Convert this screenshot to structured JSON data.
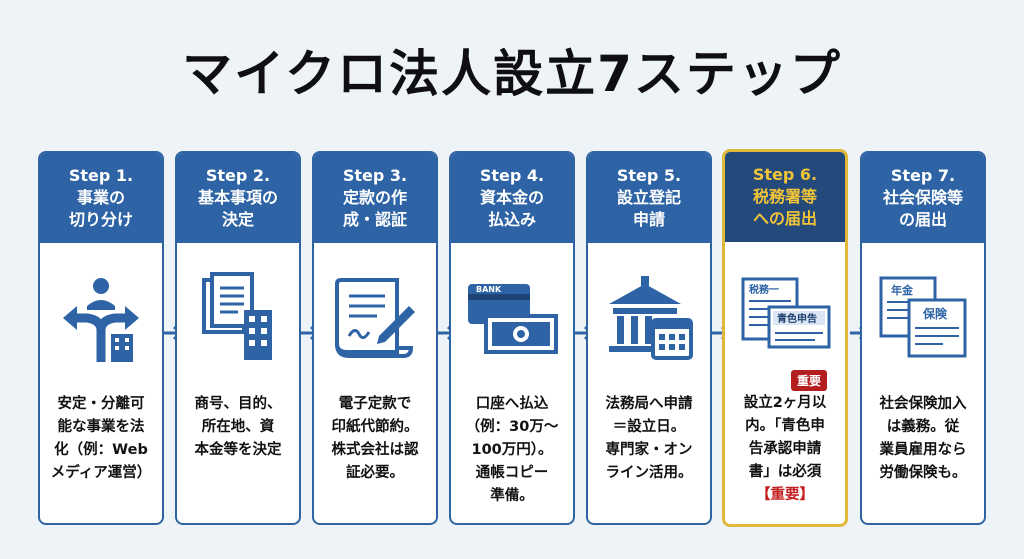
{
  "title": "マイクロ法人設立7ステップ",
  "steps": [
    {
      "step": "Step 1.",
      "h1": "事業の",
      "h2": "切り分け",
      "lines": [
        "安定・分離可",
        "能な事業を法",
        "化（例：Web",
        "メディア運営）"
      ]
    },
    {
      "step": "Step 2.",
      "h1": "基本事項の",
      "h2": "決定",
      "lines": [
        "商号、目的、",
        "所在地、資",
        "本金等を決定"
      ]
    },
    {
      "step": "Step 3.",
      "h1": "定款の作",
      "h2": "成・認証",
      "lines": [
        "電子定款で",
        "印紙代節約。",
        "株式会社は認",
        "証必要。"
      ]
    },
    {
      "step": "Step 4.",
      "h1": "資本金の",
      "h2": "払込み",
      "icon_text": "BANK",
      "lines": [
        "口座へ払込",
        "（例：30万～",
        "100万円）。",
        "通帳コピー",
        "準備。"
      ]
    },
    {
      "step": "Step 5.",
      "h1": "設立登記",
      "h2": "申請",
      "lines": [
        "法務局へ申請",
        "＝設立日。",
        "専門家・オン",
        "ライン活用。"
      ]
    },
    {
      "step": "Step 6.",
      "h1": "税務署等",
      "h2": "への届出",
      "doc1": "税務一",
      "doc2": "青色申告",
      "badge": "重要",
      "lines": [
        "設立2ヶ月以",
        "内。「青色申",
        "告承認申請",
        "書」は必須"
      ],
      "note": "【重要】"
    },
    {
      "step": "Step 7.",
      "h1": "社会保険等",
      "h2": "の届出",
      "doc1": "年金",
      "doc2": "保険",
      "lines": [
        "社会保険加入",
        "は義務。従",
        "業員雇用なら",
        "労働保険も。"
      ]
    }
  ],
  "colors": {
    "header": "#2e64a5",
    "highlight_border": "#e1b93a",
    "highlight_text": "#f1c437",
    "badge": "#b51e1e",
    "arrow": "#2e64a5"
  }
}
